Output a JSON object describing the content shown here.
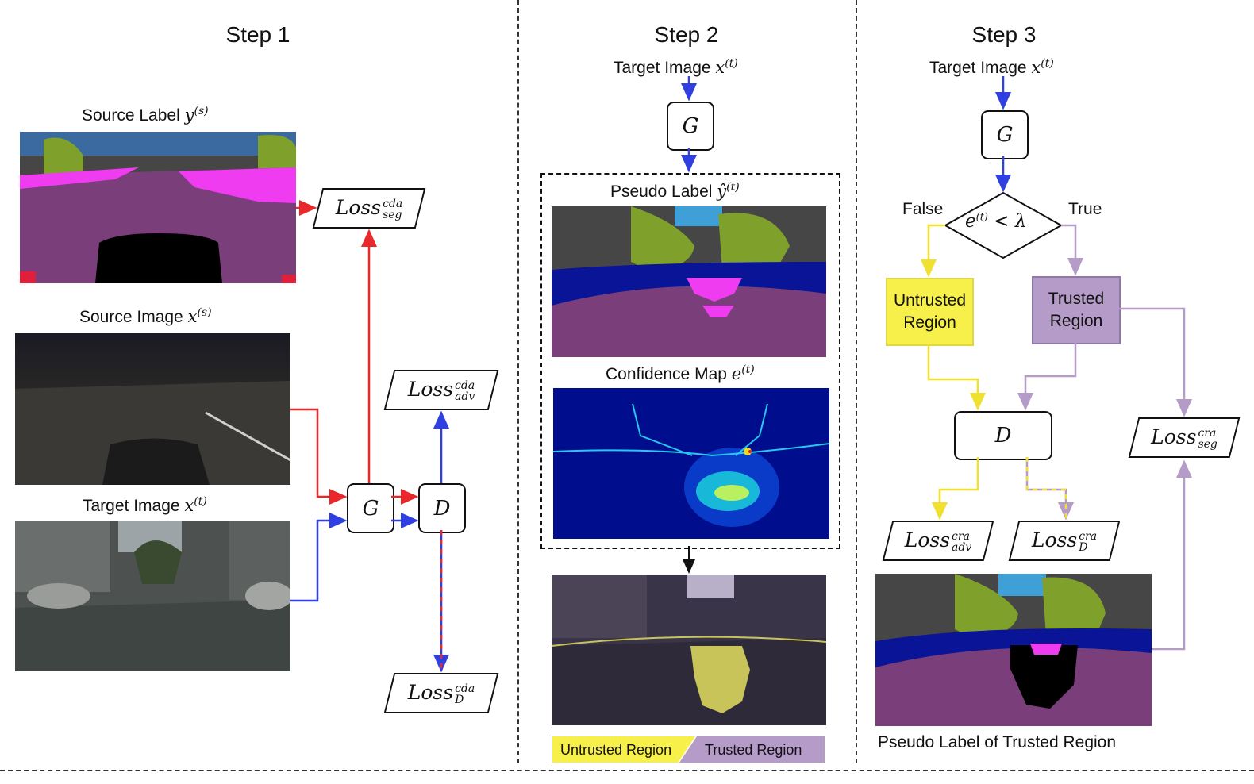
{
  "steps": [
    "Step 1",
    "Step 2",
    "Step 3"
  ],
  "step1": {
    "source_label": "Source Label",
    "source_label_var": "y",
    "source_label_sup": "(s)",
    "source_image": "Source Image",
    "source_image_var": "x",
    "source_image_sup": "(s)",
    "target_image": "Target Image",
    "target_image_var": "x",
    "target_image_sup": "(t)",
    "G": "G",
    "D": "D",
    "loss_seg": {
      "base": "Loss",
      "sup": "cda",
      "sub": "seg"
    },
    "loss_adv": {
      "base": "Loss",
      "sup": "cda",
      "sub": "adv"
    },
    "loss_D": {
      "base": "Loss",
      "sup": "cda",
      "sub": "D"
    }
  },
  "step2": {
    "target_image": "Target Image",
    "target_image_var": "x",
    "target_image_sup": "(t)",
    "G": "G",
    "pseudo_label": "Pseudo Label",
    "pseudo_label_var": "ŷ",
    "pseudo_label_sup": "(t)",
    "confidence_map": "Confidence Map",
    "confidence_var": "e",
    "confidence_sup": "(t)",
    "legend_untrusted": "Untrusted Region",
    "legend_trusted": "Trusted Region"
  },
  "step3": {
    "target_image": "Target Image",
    "target_image_var": "x",
    "target_image_sup": "(t)",
    "G": "G",
    "condition": "e",
    "condition_sup": "(t)",
    "condition_rest": " < λ",
    "false_label": "False",
    "true_label": "True",
    "untrusted": "Untrusted Region",
    "trusted": "Trusted Region",
    "D": "D",
    "loss_seg": {
      "base": "Loss",
      "sup": "cra",
      "sub": "seg"
    },
    "loss_adv": {
      "base": "Loss",
      "sup": "cra",
      "sub": "adv"
    },
    "loss_D": {
      "base": "Loss",
      "sup": "cra",
      "sub": "D"
    },
    "pseudo_trusted_caption": "Pseudo Label of Trusted Region"
  },
  "colors": {
    "red_arrow": "#e8282b",
    "blue_arrow": "#2f3fe0",
    "yellow": "#f7f04a",
    "purple": "#b49bc8",
    "road_purple": "#7a3f7a",
    "sky_blue": "#3fa0d8",
    "vegetation": "#7fa02a",
    "building": "#464646",
    "car_blue": "#0a1496",
    "sidewalk_magenta": "#f03cf0"
  }
}
